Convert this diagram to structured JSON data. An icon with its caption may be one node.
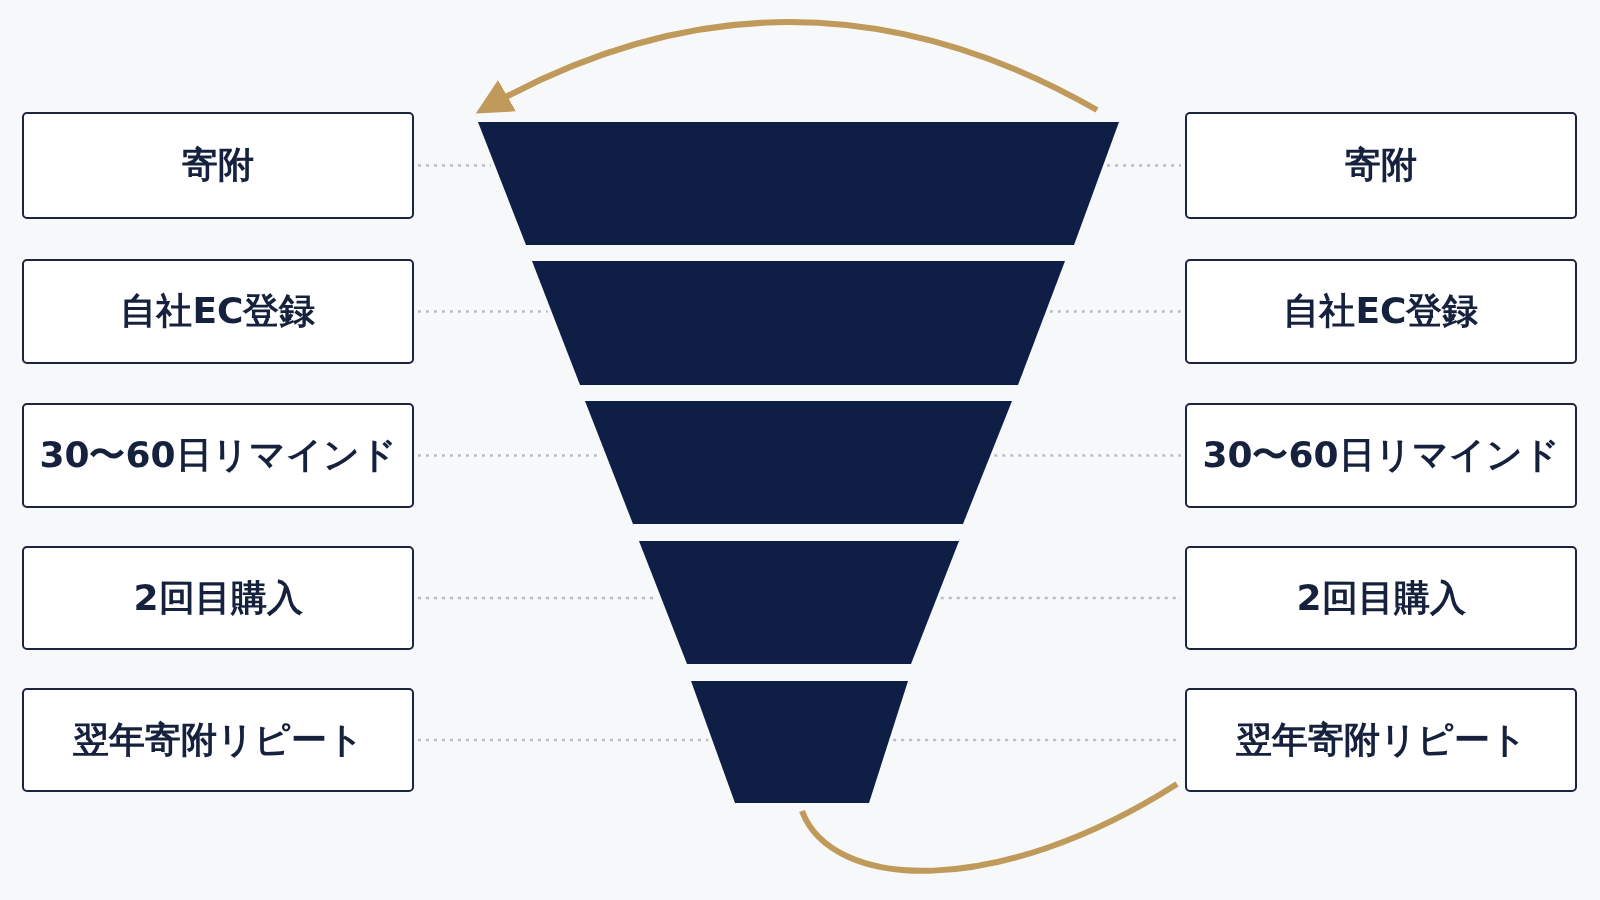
{
  "diagram": {
    "nodes": [
      {
        "text": [
          "寄附"
        ]
      },
      {
        "text": [
          "自社EC登録"
        ]
      },
      {
        "text": [
          "30〜60日リマインド"
        ]
      },
      {
        "text": [
          "2回目購入"
        ]
      },
      {
        "text": [
          "翌年寄附リピート"
        ]
      },
      {
        "text": [],
        "shape": "trapezoid"
      },
      {
        "text": [],
        "shape": "trapezoid"
      },
      {
        "text": [],
        "shape": "trapezoid"
      },
      {
        "text": [],
        "shape": "trapezoid"
      },
      {
        "text": [],
        "shape": "trapezoid"
      },
      {
        "text": [
          "寄附"
        ]
      },
      {
        "text": [
          "自社EC登録"
        ]
      },
      {
        "text": [
          "30〜60日リマインド"
        ]
      },
      {
        "text": [
          "2回目購入"
        ]
      },
      {
        "text": [
          "翌年寄附リピート"
        ]
      }
    ],
    "edges": [
      {
        "from": 0,
        "to": 5,
        "arrow": "none",
        "style": "dashed"
      },
      {
        "from": 5,
        "to": 10,
        "arrow": "none",
        "style": "dashed"
      },
      {
        "from": 1,
        "to": 6,
        "arrow": "none",
        "style": "dashed"
      },
      {
        "from": 6,
        "to": 11,
        "arrow": "none",
        "style": "dashed"
      },
      {
        "from": 2,
        "to": 7,
        "arrow": "none",
        "style": "dashed"
      },
      {
        "from": 7,
        "to": 12,
        "arrow": "none",
        "style": "dashed"
      },
      {
        "from": 3,
        "to": 8,
        "arrow": "none",
        "style": "dashed"
      },
      {
        "from": 8,
        "to": 13,
        "arrow": "none",
        "style": "dashed"
      },
      {
        "from": 4,
        "to": 9,
        "arrow": "none",
        "style": "dashed"
      },
      {
        "from": 9,
        "to": 14,
        "arrow": "none",
        "style": "dashed"
      },
      {
        "from": 9,
        "to": 14,
        "arrow": "none",
        "style": "thick",
        "color": "#bf9a5a"
      },
      {
        "from": null,
        "to": 5,
        "arrow": "to",
        "style": "thick",
        "color": "#bf9a5a"
      }
    ]
  }
}
